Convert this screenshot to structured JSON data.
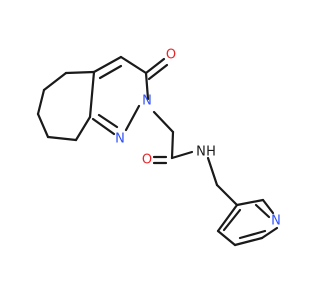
{
  "molecule": {
    "atoms": [
      {
        "id": "O1",
        "symbol": "O",
        "color": "#e8262a"
      },
      {
        "id": "N2",
        "symbol": "N",
        "color": "#3050f8"
      },
      {
        "id": "N1",
        "symbol": "N",
        "color": "#3050f8"
      },
      {
        "id": "O2",
        "symbol": "O",
        "color": "#e8262a"
      },
      {
        "id": "NH",
        "symbol": "N",
        "color": "#1a1a1a"
      },
      {
        "id": "H",
        "symbol": "H",
        "color": "#1a1a1a"
      },
      {
        "id": "NPy",
        "symbol": "N",
        "color": "#3050f8"
      }
    ],
    "bond_color": "#1a1a1a"
  }
}
